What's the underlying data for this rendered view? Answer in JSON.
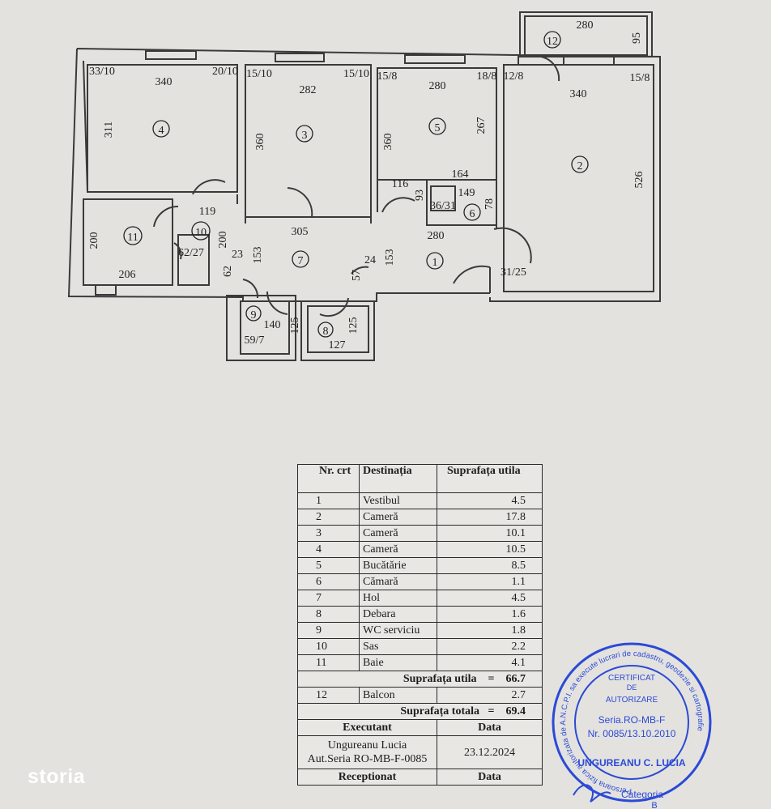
{
  "floorplan": {
    "dimensions": {
      "r4_w": "340",
      "r4_h": "311",
      "r3_w": "282",
      "r3_h": "360",
      "r5_w": "280",
      "r5_h1": "360",
      "r5_h2": "267",
      "r2_w": "340",
      "r2_h": "526",
      "r12_w": "280",
      "r12_h": "95",
      "r11_h": "200",
      "r11_w": "206",
      "r10_w": "119",
      "r10_h": "200",
      "r7_w": "305",
      "r7_h": "153",
      "r7_a": "23",
      "r7_b": "62",
      "r1_w": "280",
      "r1_h": "153",
      "r1_a": "24",
      "r1_b": "57",
      "r6_w": "164",
      "r6_a": "149",
      "r6_b": "78",
      "d116": "116",
      "d93": "93",
      "r9_w": "140",
      "r9_h": "125",
      "r8_w": "127",
      "r8_h": "125",
      "w3310": "33/10",
      "w2010": "20/10",
      "w1510a": "15/10",
      "w1510b": "15/10",
      "w158a": "15/8",
      "w188": "18/8",
      "w128": "12/8",
      "w158b": "15/8",
      "w3631": "36/31",
      "w6227": "62/27",
      "w597": "59/7",
      "w3125": "31/25"
    },
    "room_numbers": {
      "n1": "1",
      "n2": "2",
      "n3": "3",
      "n4": "4",
      "n5": "5",
      "n6": "6",
      "n7": "7",
      "n8": "8",
      "n9": "9",
      "n10": "10",
      "n11": "11",
      "n12": "12"
    }
  },
  "table": {
    "headers": [
      "Nr. crt",
      "Destinația",
      "Suprafața utila"
    ],
    "rows": [
      {
        "nr": "1",
        "dest": "Vestibul",
        "area": "4.5"
      },
      {
        "nr": "2",
        "dest": "Cameră",
        "area": "17.8"
      },
      {
        "nr": "3",
        "dest": "Cameră",
        "area": "10.1"
      },
      {
        "nr": "4",
        "dest": "Cameră",
        "area": "10.5"
      },
      {
        "nr": "5",
        "dest": "Bucătărie",
        "area": "8.5"
      },
      {
        "nr": "6",
        "dest": "Cămară",
        "area": "1.1"
      },
      {
        "nr": "7",
        "dest": "Hol",
        "area": "4.5"
      },
      {
        "nr": "8",
        "dest": "Debara",
        "area": "1.6"
      },
      {
        "nr": "9",
        "dest": "WC serviciu",
        "area": "1.8"
      },
      {
        "nr": "10",
        "dest": "Sas",
        "area": "2.2"
      },
      {
        "nr": "11",
        "dest": "Baie",
        "area": "4.1"
      }
    ],
    "useful_label": "Suprafața utila",
    "useful_value": "66.7",
    "balcony": {
      "nr": "12",
      "dest": "Balcon",
      "area": "2.7"
    },
    "total_label": "Suprafața totala",
    "total_value": "69.4",
    "equals": "=",
    "executant_label": "Executant",
    "date_label": "Data",
    "executant_name": "Ungureanu Lucia",
    "executant_auth": "Aut.Seria RO-MB-F-0085",
    "executant_date": "23.12.2024",
    "receptionat_label": "Receptionat",
    "date_label_2": "Data"
  },
  "stamp": {
    "line1": "CERTIFICAT",
    "line2": "DE",
    "line3": "AUTORIZARE",
    "line4": "Seria.RO-MB-F",
    "line5": "Nr. 0085/13.10.2010",
    "line6": "UNGUREANU C. LUCIA",
    "line7": "Categoria",
    "line8": "B",
    "ring_text": "Persoana fizica autorizata de A.N.C.P.I. sa execute lucrari de cadastru, geodezie si cartografie"
  },
  "watermark": "storia",
  "colors": {
    "stamp": "#2b4ad6",
    "paper": "#e4e2df",
    "ink": "#1d1d1f"
  }
}
